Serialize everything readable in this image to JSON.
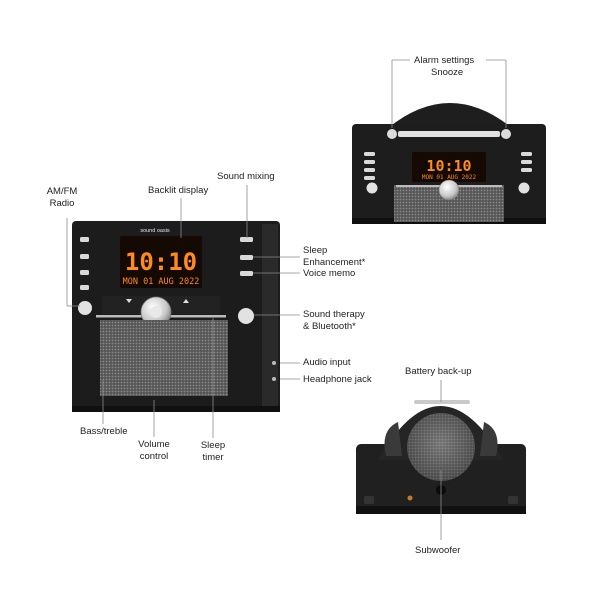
{
  "device": {
    "brand": "sound oasis",
    "display_time": "10:10",
    "display_date": "MON 01 AUG 2022"
  },
  "callouts": {
    "am_fm_radio": "AM/FM\nRadio",
    "backlit_display": "Backlit display",
    "sound_mixing": "Sound mixing",
    "sleep_enhancement": "Sleep\nEnhancement*",
    "voice_memo": "Voice memo",
    "sound_therapy": "Sound therapy\n& Bluetooth*",
    "audio_input": "Audio input",
    "headphone_jack": "Headphone jack",
    "bass_treble": "Bass/treble",
    "volume_control": "Volume\ncontrol",
    "sleep_timer": "Sleep\ntimer",
    "alarm_settings": "Alarm settings",
    "snooze": "Snooze",
    "battery_backup": "Battery back-up",
    "subwoofer": "Subwoofer"
  },
  "colors": {
    "body": "#1c1c1c",
    "lcd": "#ff8a1e",
    "grille": "#6e6e6e",
    "line": "#8c8c8c"
  }
}
